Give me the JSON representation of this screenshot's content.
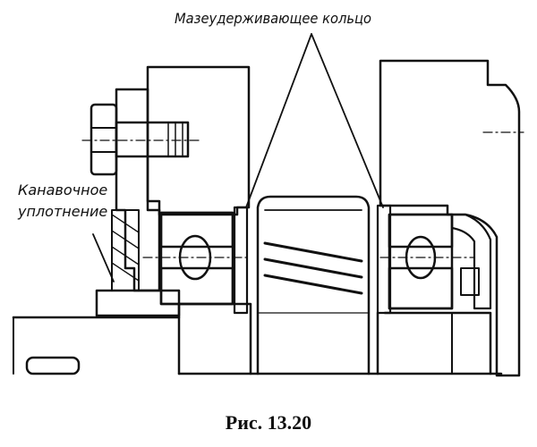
{
  "labels": {
    "oil_ring": "Мазеудерживающее кольцо",
    "groove_seal_line1": "Канавочное",
    "groove_seal_line2": "уплотнение"
  },
  "caption": "Рис. 13.20",
  "colors": {
    "ink": "#111111",
    "paper": "#ffffff"
  }
}
